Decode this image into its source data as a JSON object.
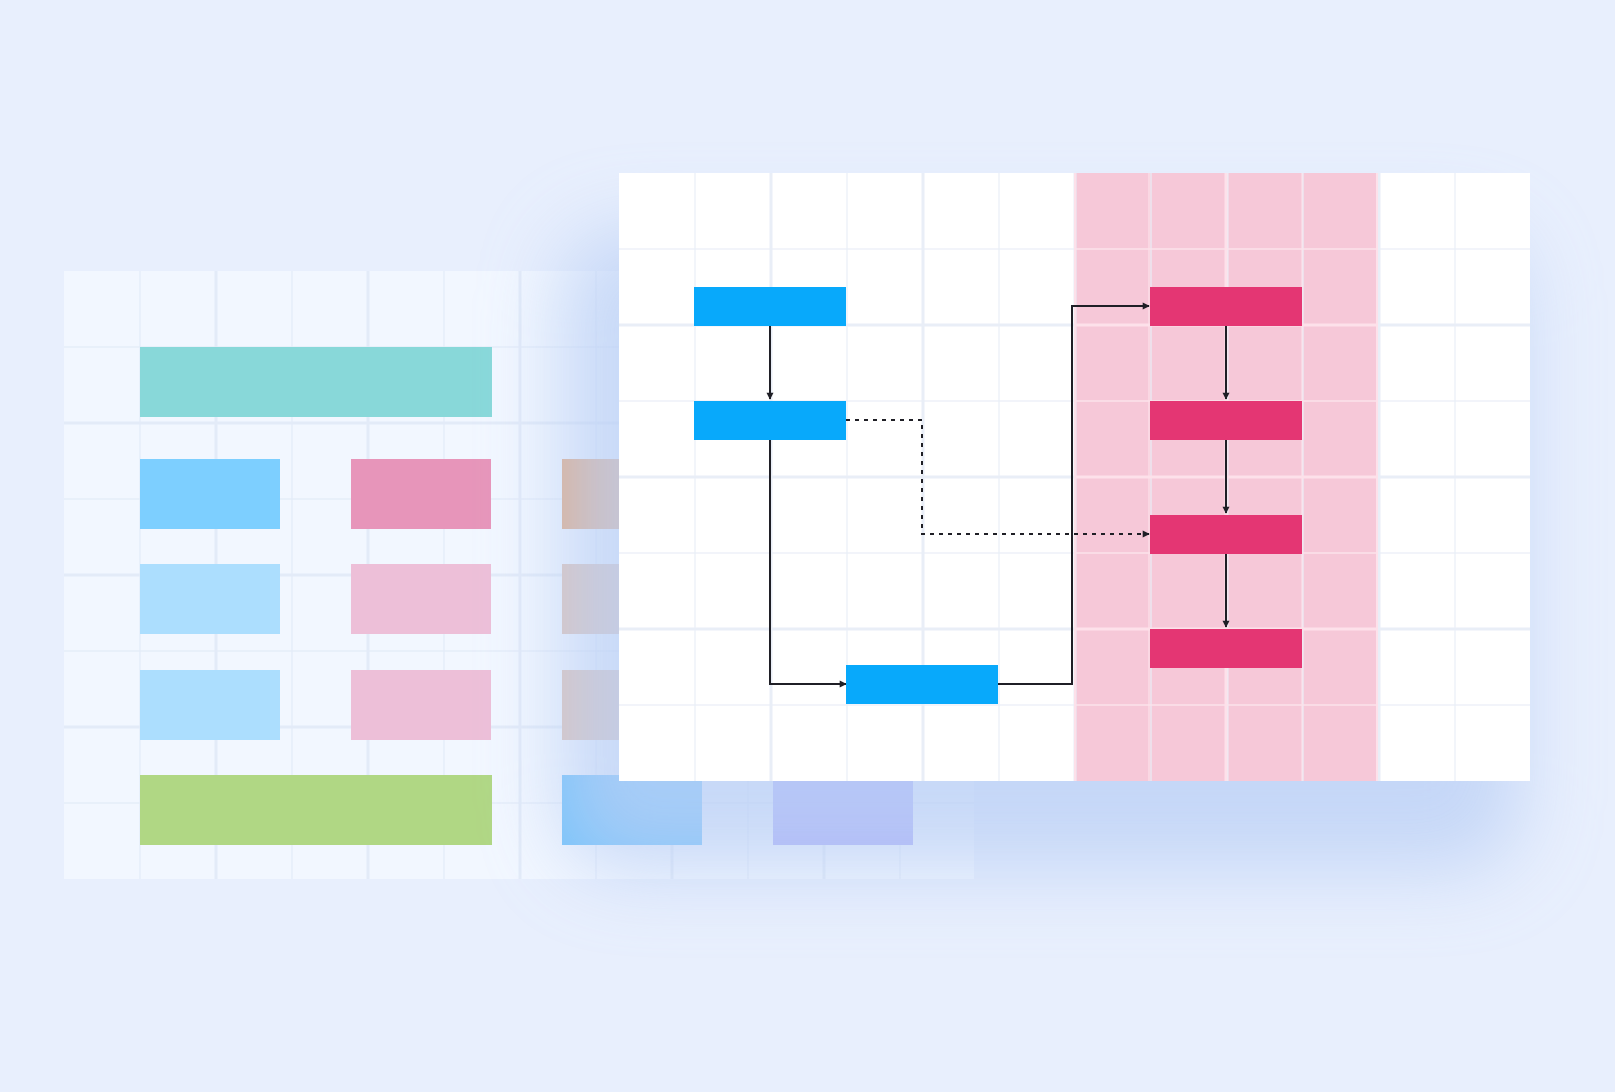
{
  "colors": {
    "background": "#e8effd",
    "back_panel": "#f2f7ff",
    "back_grid": "#e3ebf8",
    "front_panel": "#ffffff",
    "front_grid": "#e9eef7",
    "swimlane": "#f6c8d8",
    "swimlane_grid": "#fde1ea",
    "blue_node": "#08a9fb",
    "pink_node": "#e43673",
    "connector": "#1f1f26",
    "shadow": "#b9cff5"
  },
  "back_panel": {
    "bars": [
      {
        "name": "teal-header-bar",
        "color": "#88d8d9"
      },
      {
        "name": "blue-block-1",
        "color": "#7dcfff"
      },
      {
        "name": "pink-block-1",
        "color": "#e795ba"
      },
      {
        "name": "orange-block-1",
        "color": "#e4ab82"
      },
      {
        "name": "blue-block-2",
        "color": "#acdefe"
      },
      {
        "name": "pink-block-2",
        "color": "#edbfd8"
      },
      {
        "name": "tan-block-2",
        "color": "#e0c4b6"
      },
      {
        "name": "blue-block-3",
        "color": "#acdefe"
      },
      {
        "name": "pink-block-3",
        "color": "#edbfd8"
      },
      {
        "name": "tan-block-3",
        "color": "#e0c4b6"
      },
      {
        "name": "green-footer-bar",
        "color": "#b0d784"
      },
      {
        "name": "sky-block-4",
        "color": "#72c3fb"
      },
      {
        "name": "lavender-block-4",
        "color": "#aeaefa"
      }
    ]
  },
  "flowchart": {
    "nodes": [
      {
        "name": "flow-node-blue-1",
        "lane": "left"
      },
      {
        "name": "flow-node-blue-2",
        "lane": "left"
      },
      {
        "name": "flow-node-blue-3",
        "lane": "left"
      },
      {
        "name": "flow-node-pink-1",
        "lane": "swimlane"
      },
      {
        "name": "flow-node-pink-2",
        "lane": "swimlane"
      },
      {
        "name": "flow-node-pink-3",
        "lane": "swimlane"
      },
      {
        "name": "flow-node-pink-4",
        "lane": "swimlane"
      }
    ],
    "connectors": [
      {
        "name": "arrow-blue1-to-blue2",
        "style": "solid"
      },
      {
        "name": "arrow-blue2-to-blue3",
        "style": "solid"
      },
      {
        "name": "arrow-blue3-to-pink1",
        "style": "solid"
      },
      {
        "name": "arrow-blue2-to-pink3",
        "style": "dotted"
      },
      {
        "name": "arrow-pink1-to-pink2",
        "style": "solid"
      },
      {
        "name": "arrow-pink2-to-pink3",
        "style": "solid"
      },
      {
        "name": "arrow-pink3-to-pink4",
        "style": "solid"
      }
    ]
  }
}
